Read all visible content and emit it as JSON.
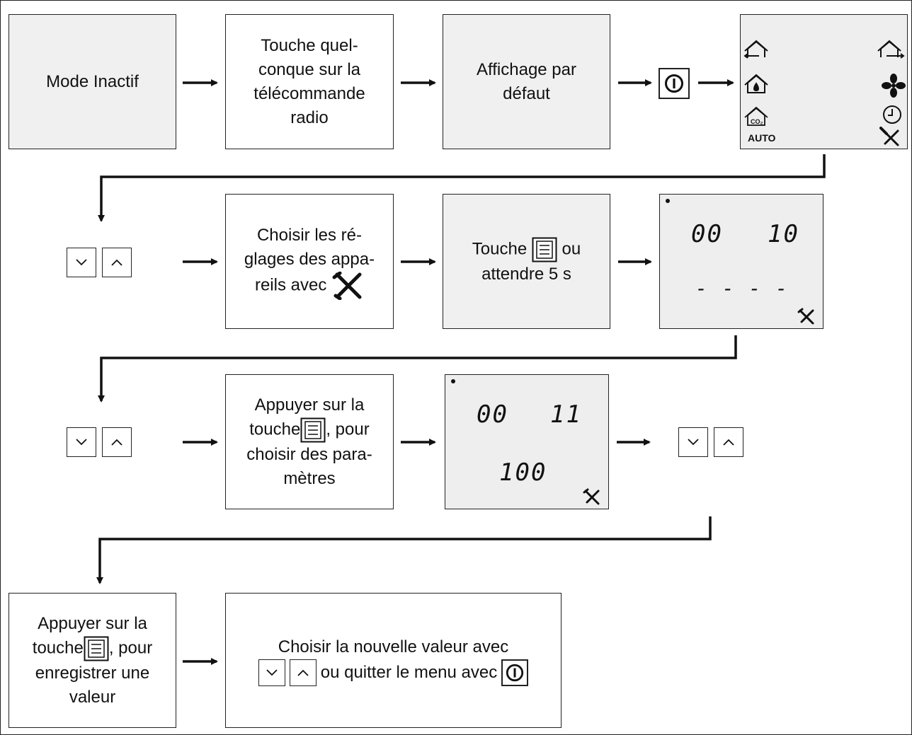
{
  "steps": {
    "inactive": "Mode Inactif",
    "any_key_line1": "Touche quel-",
    "any_key_line2": "conque sur la",
    "any_key_line3": "télécommande",
    "any_key_line4": "radio",
    "default_line1": "Affichage par",
    "default_line2": "défaut",
    "choose_line1": "Choisir les ré-",
    "choose_line2": "glages des appa-",
    "choose_line3": "reils avec",
    "touch_prefix": "Touche",
    "touch_suffix": "ou",
    "touch_line2": "attendre 5 s",
    "press1_line1": "Appuyer sur la",
    "press1_line2a": "touche",
    "press1_line2b": ", pour",
    "press1_line3": "choisir des para-",
    "press1_line4": "mètres",
    "press2_line1": "Appuyer sur la",
    "press2_line2a": "touche",
    "press2_line2b": ", pour",
    "press2_line3": "enregistrer une",
    "press2_line4": "valeur",
    "final_line1": "Choisir la nouvelle valeur avec",
    "final_line2": "ou quitter le menu avec"
  },
  "home_screen": {
    "auto_label": "AUTO",
    "icons": [
      "house-exhaust-icon",
      "house-supply-icon",
      "house-humidity-icon",
      "fan-icon",
      "house-co2-icon",
      "clock-icon",
      "tools-icon"
    ]
  },
  "lcd1": {
    "left_value": "00",
    "right_value": "10",
    "bottom_value": "- - - -"
  },
  "lcd2": {
    "left_value": "00",
    "right_value": "11",
    "bottom_value": "100"
  }
}
